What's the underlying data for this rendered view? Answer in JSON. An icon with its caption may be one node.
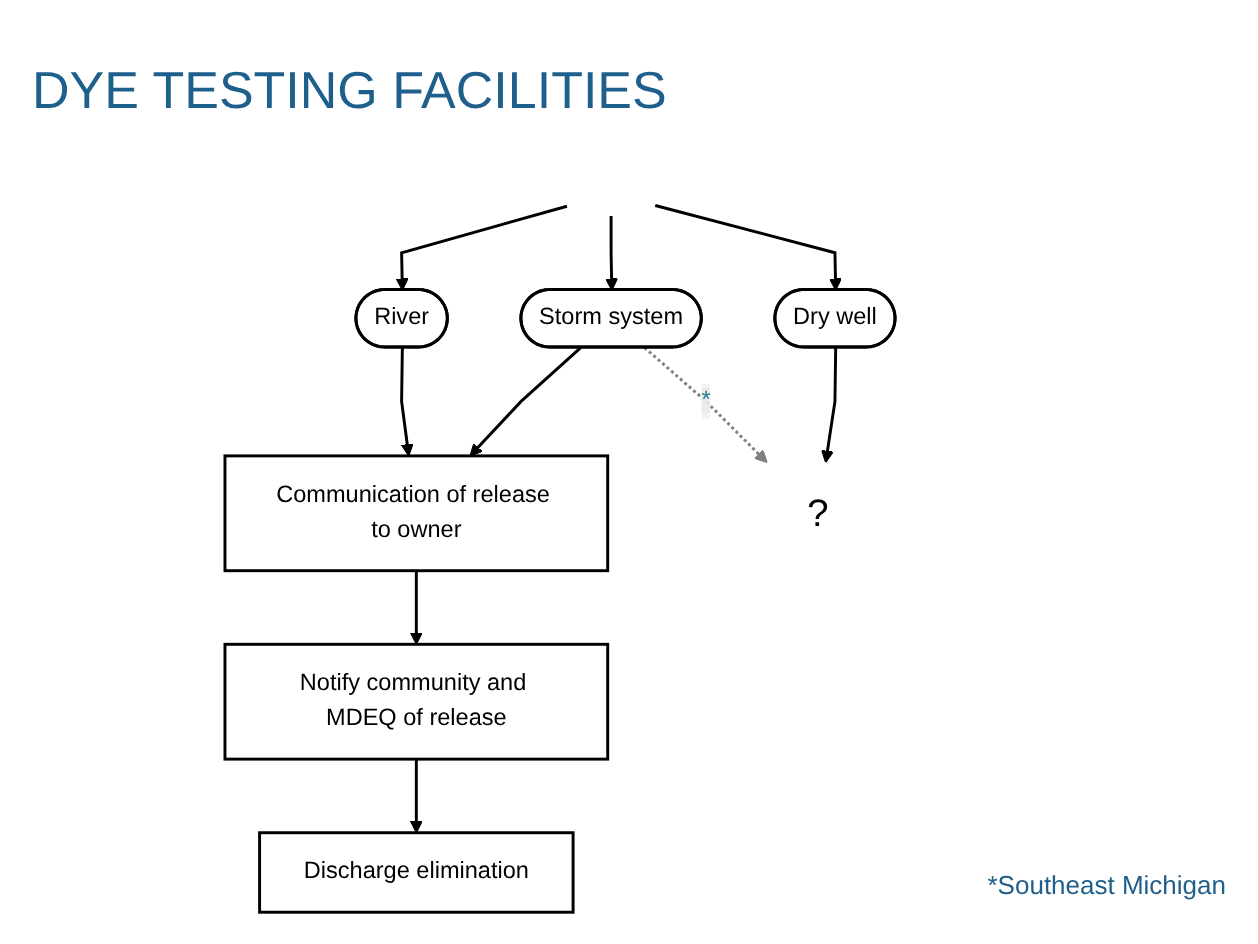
{
  "diagram": {
    "title": "DYE TESTING FACILITIES",
    "nodes": [
      {
        "text": [
          "River"
        ]
      },
      {
        "text": [
          "Storm system"
        ]
      },
      {
        "text": [
          "Dry well"
        ]
      },
      {
        "text": [
          "?"
        ]
      },
      {
        "text": [
          "Communication of release to owner"
        ]
      },
      {
        "text": [
          "Notify community and MDEQ of release"
        ]
      },
      {
        "text": [
          "Discharge elimination"
        ]
      }
    ],
    "edges": [
      {
        "from": null,
        "to": 0,
        "arrow": "to"
      },
      {
        "from": null,
        "to": 1,
        "arrow": "to"
      },
      {
        "from": null,
        "to": 2,
        "arrow": "to"
      },
      {
        "from": 0,
        "to": 4,
        "arrow": "to"
      },
      {
        "from": 1,
        "to": 4,
        "arrow": "to"
      },
      {
        "from": 2,
        "to": 3,
        "arrow": "to"
      },
      {
        "from": 1,
        "to": 3,
        "arrow": "to",
        "label": "*",
        "style": "dashed",
        "color": "#808080"
      },
      {
        "from": 4,
        "to": 5,
        "arrow": "to"
      },
      {
        "from": 5,
        "to": 6,
        "arrow": "to"
      }
    ],
    "labels": [
      "*Southeast Michigan"
    ]
  }
}
